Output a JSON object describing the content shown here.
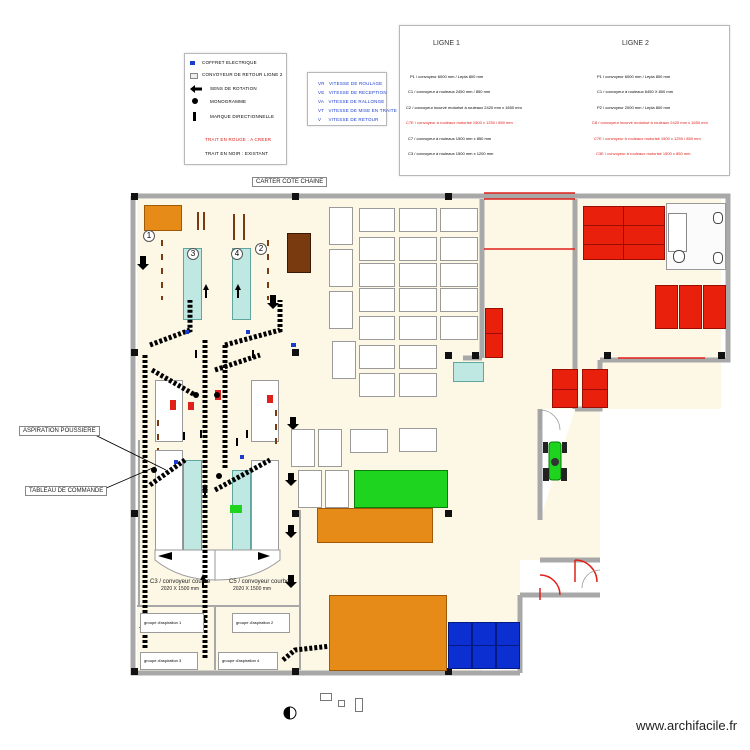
{
  "legend": {
    "items": [
      {
        "label": "COFFRET ELECTRIQUE",
        "icon": "blue-square-icon",
        "color": "#1a3ccf"
      },
      {
        "label": "CONVOYEUR DE RETOUR LIGNE 2",
        "icon": "hatched-rect-icon",
        "color": "#cfcfcf"
      },
      {
        "label": "SENS DE ROTATION",
        "icon": "arrow-left-icon",
        "color": "#000000"
      },
      {
        "label": "MONOGRAMME",
        "icon": "black-dot-icon",
        "color": "#000000"
      },
      {
        "label": "MARQUE DIRECTIONNELLE",
        "icon": "black-bar-icon",
        "color": "#000000"
      },
      {
        "label": "TRAIT EN ROUGE : A CREER",
        "icon": "",
        "color": "#e0201a"
      },
      {
        "label": "TRAIT EN NOIR : EXISTANT",
        "icon": "",
        "color": "#000000"
      }
    ],
    "speeds": [
      {
        "code": "VR",
        "label": "VITESSE DE ROULAGE"
      },
      {
        "code": "VE",
        "label": "VITESSE DE RECEPTION"
      },
      {
        "code": "VA",
        "label": "VITESSE DE RALLONGE"
      },
      {
        "code": "VT",
        "label": "VITESSE DE MISE EN TRAITE"
      },
      {
        "code": "V",
        "label": "VITESSE DE RETOUR"
      }
    ]
  },
  "lines_panel": {
    "ligne1_title": "LIGNE 1",
    "ligne2_title": "LIGNE 2",
    "ligne1": [
      {
        "text": "P1 / convoyeur 6000 mm / Lepla 800 mm",
        "color": "#222222"
      },
      {
        "text": "C1 / convoyeur  à rouleaux 2450 mm / 850 mm",
        "color": "#222222"
      },
      {
        "text": "C2 / convoyeur incurvé motorisé à rouleaux 2420 mm x 1650 mm",
        "color": "#222222"
      },
      {
        "text": "C7E / convoyeur à rouleaux motorisé 1500 x 1250 / 850 mm",
        "color": "#e0201a"
      },
      {
        "text": "C7 / convoyeur  à rouleaux 1500 mm x 850 mm",
        "color": "#222222"
      },
      {
        "text": "C3 / convoyeur  à rouleaux 1500 mm x 1200 mm",
        "color": "#222222"
      }
    ],
    "ligne2": [
      {
        "text": "P1 / convoyeur 6000 mm / Lepla 800 mm",
        "color": "#222222"
      },
      {
        "text": "C1 / convoyeur  à rouleaux 6450 X 800 mm",
        "color": "#222222"
      },
      {
        "text": "P2 / convoyeur 2000 mm / Lepla 800 mm",
        "color": "#222222"
      },
      {
        "text": "C8 / convoyeur incurvé motorisé à rouleaux 2420 mm x 1650 mm",
        "color": "#e0201a"
      },
      {
        "text": "C7E / convoyeur  à rouleaux motorisé 1500 x 1250 / 850 mm",
        "color": "#e0201a"
      },
      {
        "text": "C3E / convoyeur à rouleaux motorisé 1500 x 850 mm",
        "color": "#e0201a"
      }
    ]
  },
  "plan": {
    "carter_label": "CARTER COTE CHAINE",
    "aspiration_label": "ASPIRATION POUSSIERE",
    "tableau_label": "TABLEAU DE COMMANDE",
    "station_numbers": [
      "1",
      "2",
      "3",
      "4"
    ],
    "conveyor_caption_1": "C3 / convoyeur courbe",
    "conveyor_dims_1": "2020 X 1500 mm",
    "conveyor_caption_2": "C5 / convoyeur courbe",
    "conveyor_dims_2": "2020 X 1500 mm",
    "bottom_labels": [
      "groupe d'aspiration 1",
      "groupe d'aspiration 2",
      "groupe d'aspiration 3",
      "groupe d'aspiration 4"
    ]
  },
  "colors": {
    "wall": "#a8a8a8",
    "floor": "#fdf8e6",
    "orange": "#e68a18",
    "green": "#1fd41f",
    "red": "#e8200c",
    "blue": "#0b2fd1",
    "brown": "#7a3a10",
    "teal": "#bfe8e2"
  },
  "footer": {
    "watermark": "www.archifacile.fr"
  }
}
